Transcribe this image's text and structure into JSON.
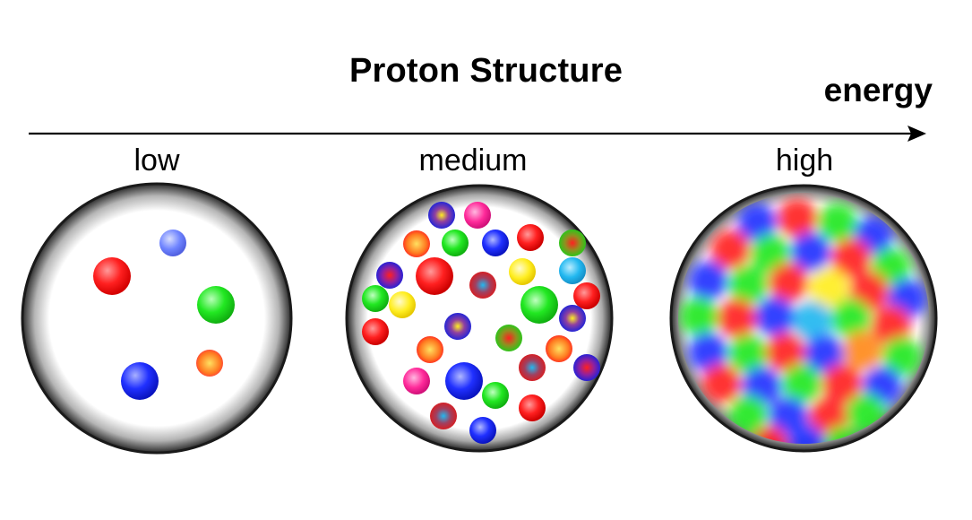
{
  "title": "Proton Structure",
  "axis_label": "energy",
  "stages": [
    {
      "label": "low"
    },
    {
      "label": "medium"
    },
    {
      "label": "high"
    }
  ],
  "colors": {
    "red": "#ff2020",
    "green": "#22e822",
    "blue": "#2030ff",
    "yellow": "#ffee22",
    "cyan": "#22b8f0",
    "magenta": "#ff2a9a",
    "periwinkle": "#6f84ff",
    "orange": "#ff8a1a",
    "rim": "#1a1a1a"
  }
}
